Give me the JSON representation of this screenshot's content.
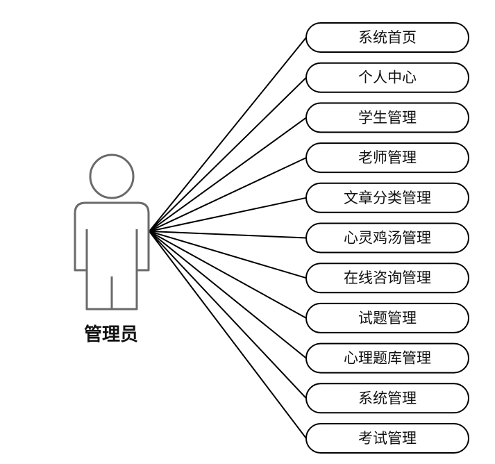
{
  "actor": {
    "label": "管理员"
  },
  "use_cases": [
    "系统首页",
    "个人中心",
    "学生管理",
    "老师管理",
    "文章分类管理",
    "心灵鸡汤管理",
    "在线咨询管理",
    "试题管理",
    "心理题库管理",
    "系统管理",
    "考试管理"
  ]
}
